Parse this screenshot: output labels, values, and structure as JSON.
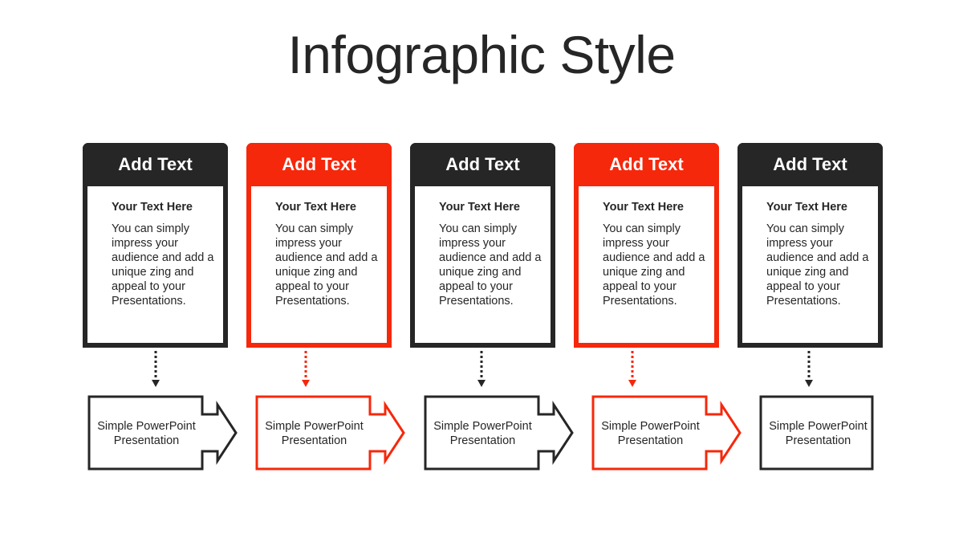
{
  "title": "Infographic Style",
  "colors": {
    "dark": "#262626",
    "accent": "#f5280c"
  },
  "cards": [
    {
      "header": "Add Text",
      "subtitle": "Your Text  Here",
      "body": "You can simply impress your audience and add a unique zing and appeal to your Presentations.",
      "color": "dark"
    },
    {
      "header": "Add Text",
      "subtitle": "Your Text  Here",
      "body": "You can simply impress your audience and add a unique zing and appeal to your Presentations.",
      "color": "accent"
    },
    {
      "header": "Add Text",
      "subtitle": "Your Text  Here",
      "body": "You can simply impress your audience and add a unique zing and appeal to your Presentations.",
      "color": "dark"
    },
    {
      "header": "Add Text",
      "subtitle": "Your Text  Here",
      "body": "You can simply impress your audience and add a unique zing and appeal to your Presentations.",
      "color": "accent"
    },
    {
      "header": "Add Text",
      "subtitle": "Your Text  Here",
      "body": "You can simply impress your audience and add a unique zing and appeal to your Presentations.",
      "color": "dark"
    }
  ],
  "steps": [
    {
      "label": "Simple PowerPoint Presentation",
      "color": "dark"
    },
    {
      "label": "Simple PowerPoint Presentation",
      "color": "accent"
    },
    {
      "label": "Simple PowerPoint Presentation",
      "color": "dark"
    },
    {
      "label": "Simple PowerPoint Presentation",
      "color": "accent"
    },
    {
      "label": "Simple PowerPoint Presentation",
      "color": "dark"
    }
  ]
}
